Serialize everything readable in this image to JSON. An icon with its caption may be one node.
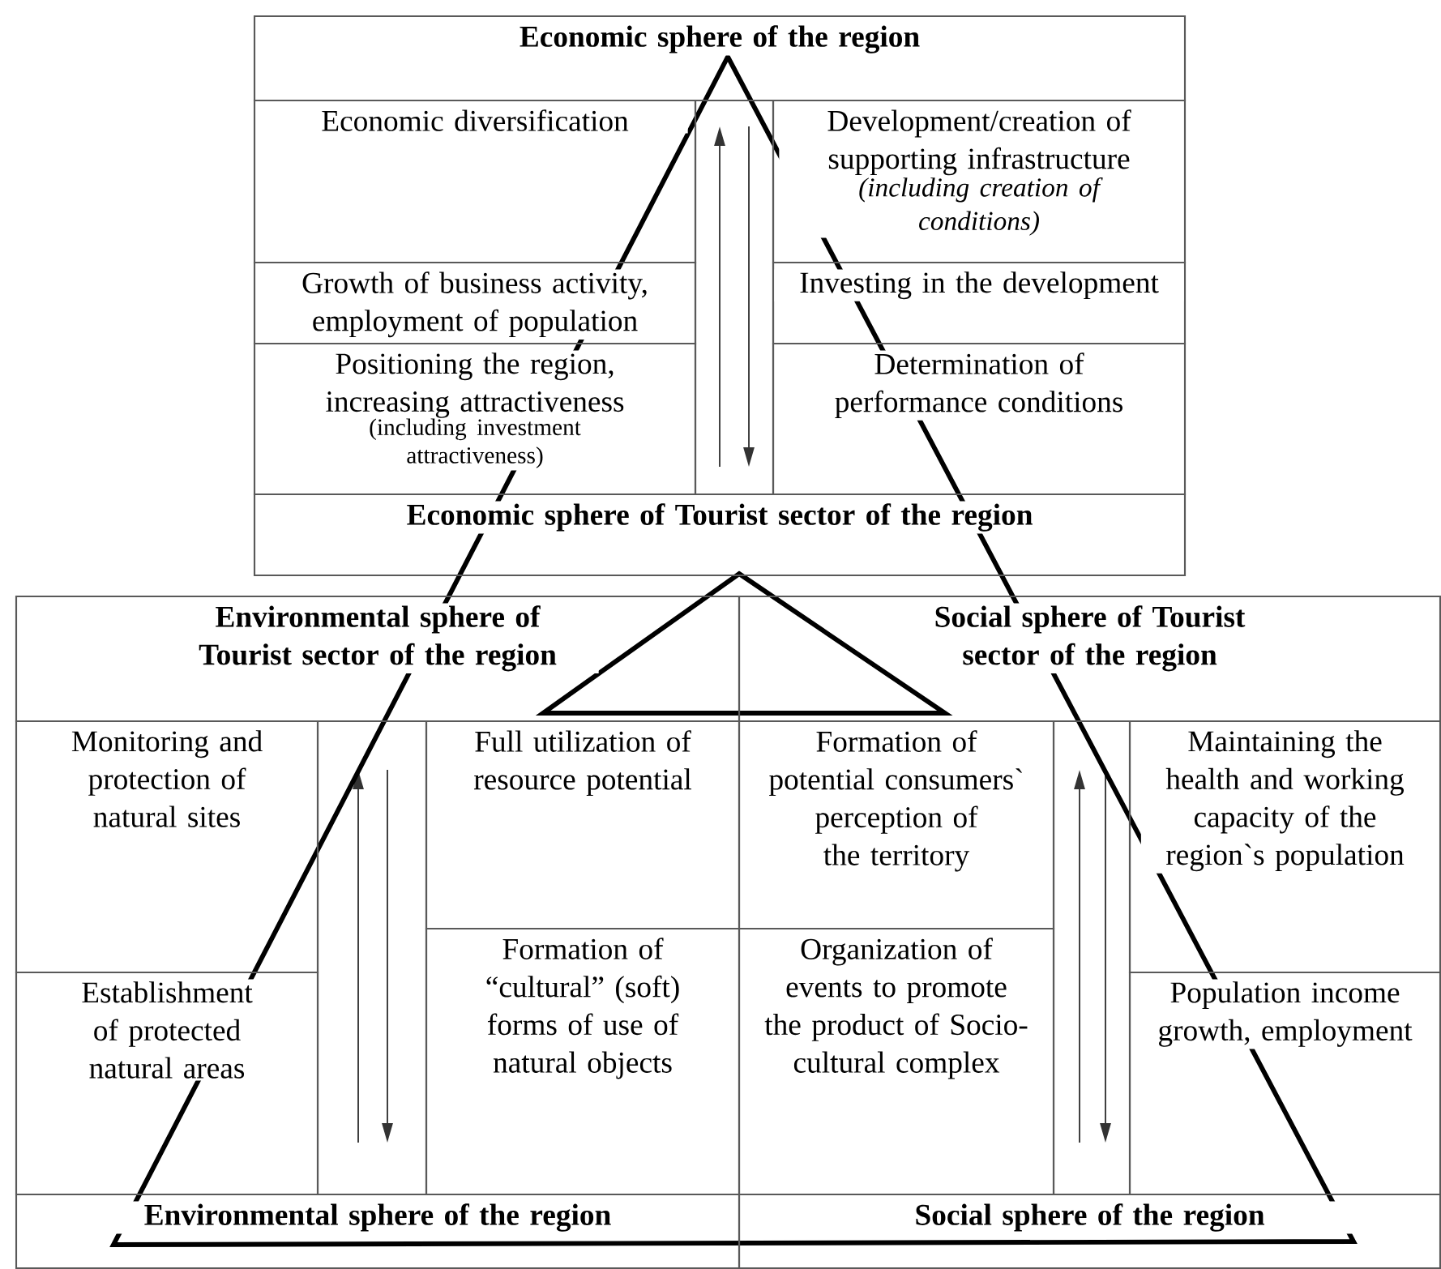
{
  "diagram": {
    "nodes": [
      {
        "text": [
          "Economic sphere of the region"
        ]
      },
      {
        "text": [
          "Economic diversification"
        ]
      },
      {
        "text": [
          "Development/creation of supporting infrastructure",
          "(including creation of conditions)"
        ]
      },
      {
        "text": [
          "Growth of business activity, employment of population"
        ]
      },
      {
        "text": [
          "Investing in the development"
        ]
      },
      {
        "text": [
          "Positioning the region, increasing attractiveness",
          "(including investment attractiveness)"
        ]
      },
      {
        "text": [
          "Determination of performance conditions"
        ]
      },
      {
        "text": [
          "Economic sphere of Tourist sector of the region"
        ]
      },
      {
        "text": [
          "Environmental sphere of Tourist sector of the region"
        ]
      },
      {
        "text": [
          "Social sphere of Tourist sector of the region"
        ]
      },
      {
        "text": [
          "Monitoring and protection of natural sites"
        ]
      },
      {
        "text": [
          "Full utilization of resource potential"
        ]
      },
      {
        "text": [
          "Formation of potential consumers` perception of the territory"
        ]
      },
      {
        "text": [
          "Maintaining the health and working capacity of the region`s population"
        ]
      },
      {
        "text": [
          "Establishment of protected natural areas"
        ]
      },
      {
        "text": [
          "Formation of “cultural” (soft) forms of use of natural objects"
        ]
      },
      {
        "text": [
          "Organization of events to promote the product of Socio-cultural complex"
        ]
      },
      {
        "text": [
          "Population income growth, employment"
        ]
      },
      {
        "text": [
          "Environmental sphere of the region"
        ]
      },
      {
        "text": [
          "Social sphere of the region"
        ]
      }
    ]
  }
}
